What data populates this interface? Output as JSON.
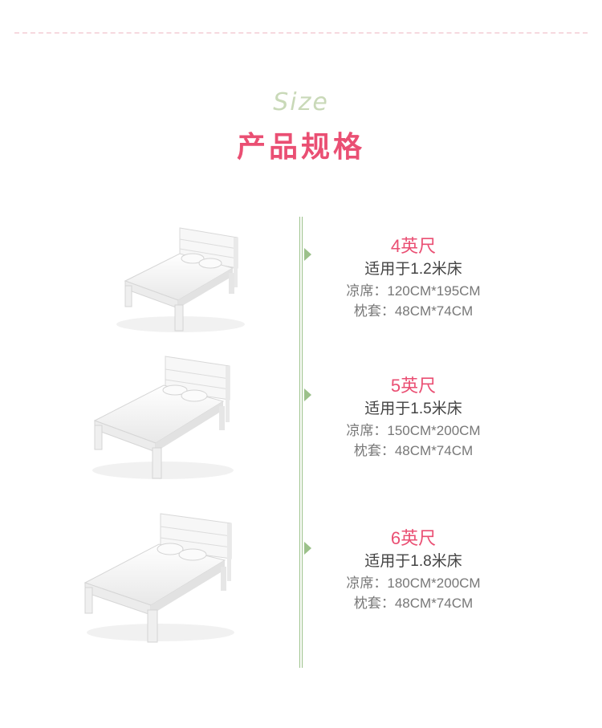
{
  "header": {
    "subtitle": "Size",
    "title": "产品规格"
  },
  "colors": {
    "accent": "#ea4f73",
    "line_green": "#9cc18a",
    "size_word": "#c9d9b8",
    "dash": "#f6d9df"
  },
  "specs": [
    {
      "size_label": "4英尺",
      "fit": "适用于1.2米床",
      "mat": "凉席：120CM*195CM",
      "pillow": "枕套：48CM*74CM"
    },
    {
      "size_label": "5英尺",
      "fit": "适用于1.5米床",
      "mat": "凉席：150CM*200CM",
      "pillow": "枕套：48CM*74CM"
    },
    {
      "size_label": "6英尺",
      "fit": "适用于1.8米床",
      "mat": "凉席：180CM*200CM",
      "pillow": "枕套：48CM*74CM"
    }
  ]
}
